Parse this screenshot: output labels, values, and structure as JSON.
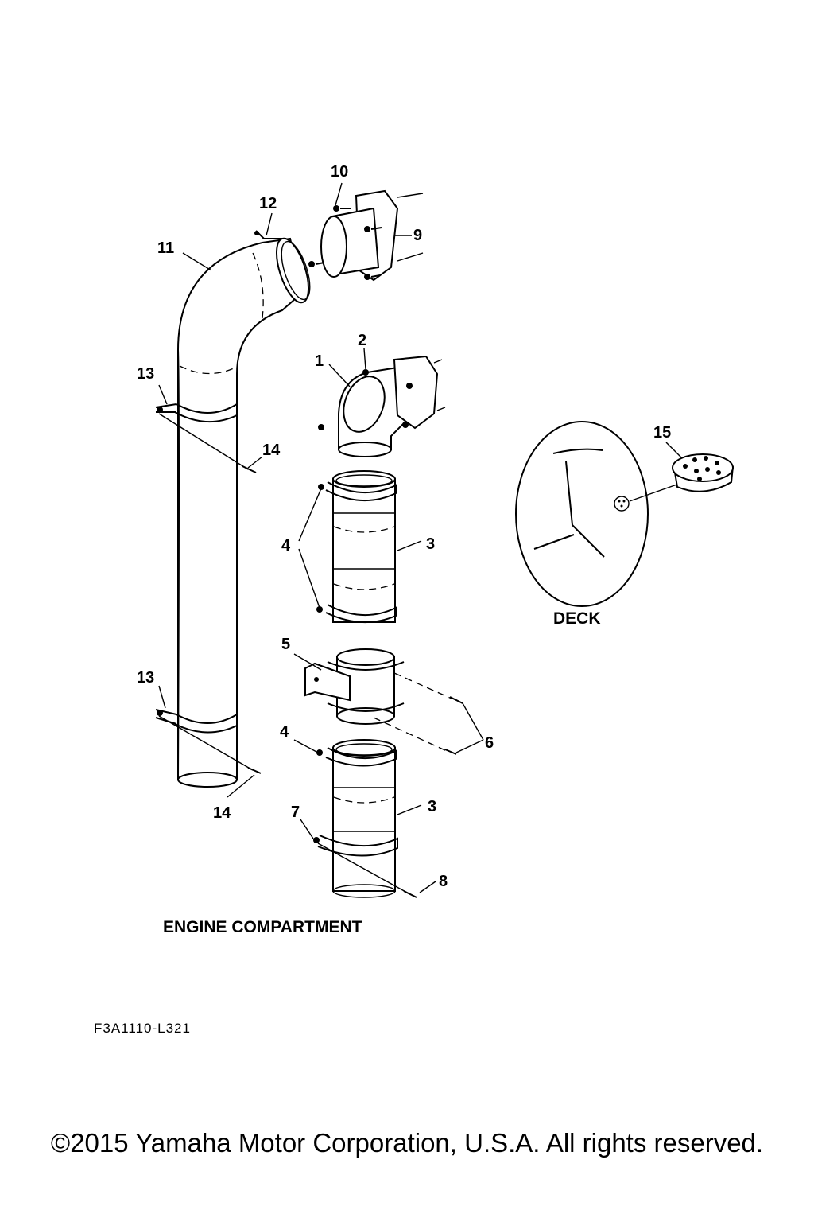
{
  "callouts": {
    "c1": "1",
    "c2": "2",
    "c3a": "3",
    "c3b": "3",
    "c4a": "4",
    "c4b": "4",
    "c5": "5",
    "c6": "6",
    "c7": "7",
    "c8": "8",
    "c9": "9",
    "c10": "10",
    "c11": "11",
    "c12": "12",
    "c13a": "13",
    "c13b": "13",
    "c14a": "14",
    "c14b": "14",
    "c15": "15"
  },
  "sections": {
    "deck": "DECK",
    "engine_compartment": "ENGINE COMPARTMENT"
  },
  "figure_code": "F3A1110-L321",
  "copyright": "©2015 Yamaha Motor Corporation, U.S.A. All rights reserved."
}
